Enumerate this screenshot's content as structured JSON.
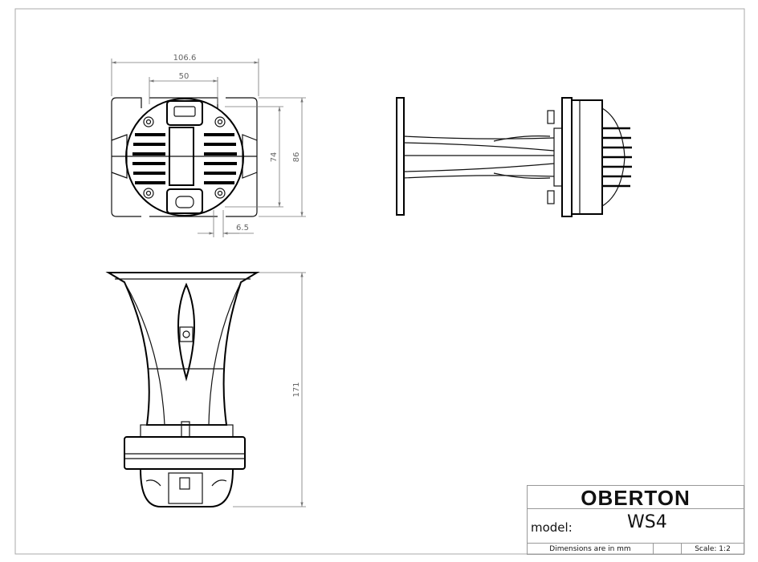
{
  "title_block": {
    "brand": "OBERTON",
    "model_label": "model:",
    "model_value": "WS4",
    "units_note": "Dimensions are in mm",
    "blank_cell": "",
    "scale": "Scale: 1:2"
  },
  "dimensions": {
    "overall_width": "106.6",
    "hole_spacing": "50",
    "inner_height": "74",
    "overall_height": "86",
    "slot_width": "6.5",
    "depth": "171"
  }
}
